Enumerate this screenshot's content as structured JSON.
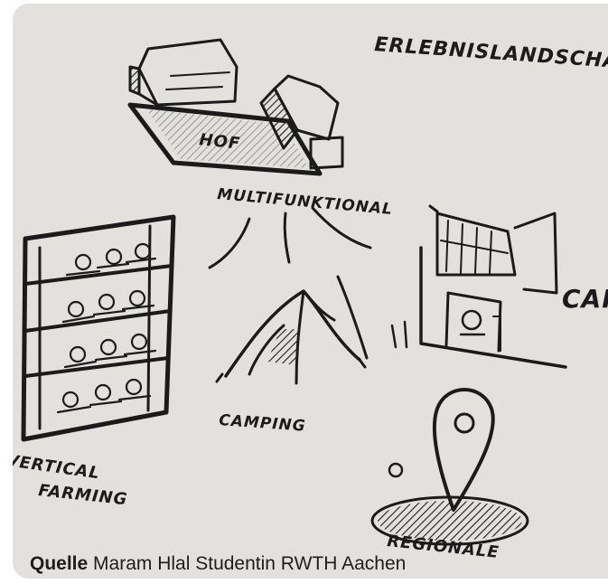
{
  "sketch": {
    "title_fragment": "ERLEBNISLANDSCHA",
    "hof_label": "HOF",
    "multifunctional_label": "MULTIFUNKTIONAL",
    "cafe_label": "CAFE",
    "camping_label": "CAMPING",
    "vertical_farming_line1": "VERTICAL",
    "vertical_farming_line2": "FARMING",
    "regional_label": "REGIONALE"
  },
  "caption": {
    "source_label": "Quelle",
    "credit": "Maram Hlal Studentin RWTH Aachen"
  },
  "colors": {
    "paper": "#e6e5e2",
    "ink": "#1b1b1b"
  }
}
